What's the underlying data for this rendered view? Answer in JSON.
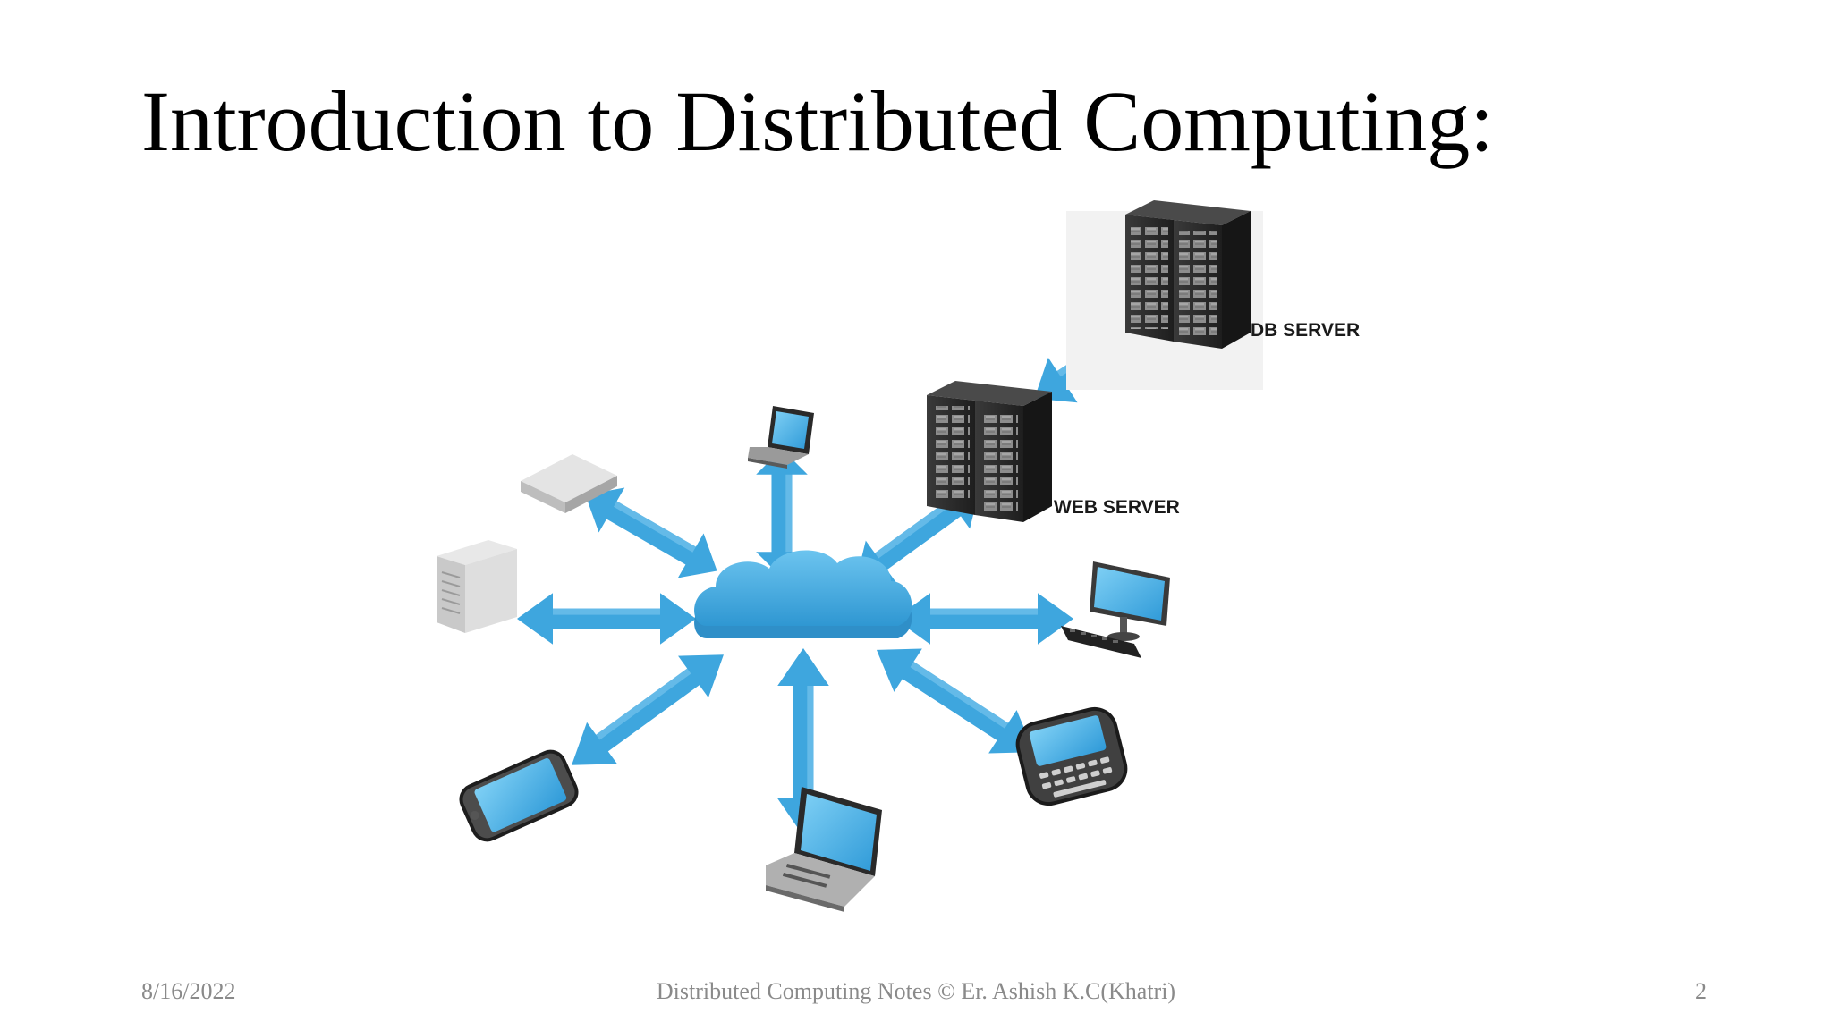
{
  "slide": {
    "title": "Introduction to Distributed Computing:",
    "footer": {
      "date": "8/16/2022",
      "center": "Distributed Computing Notes © Er. Ashish K.C(Khatri)",
      "page": "2"
    }
  },
  "diagram": {
    "labels": {
      "db_server": "DB SERVER",
      "web_server": "WEB SERVER"
    },
    "colors": {
      "cloud": "#3fa9e0",
      "arrow": "#3ea6de",
      "server": "#2b2b2b",
      "screen": "#41a8e3"
    },
    "icons": [
      "cloud-icon",
      "db-server-icon",
      "web-server-icon",
      "laptop-icon",
      "desktop-monitor-icon",
      "smartphone-icon",
      "router-icon",
      "tower-pc-icon"
    ]
  }
}
